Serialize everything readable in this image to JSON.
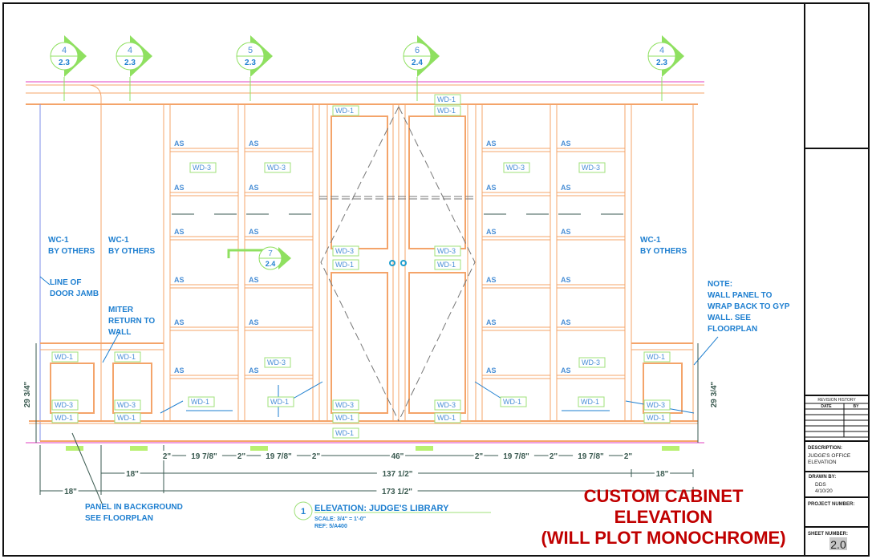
{
  "colors": {
    "cabinet": "#f4a46a",
    "crown_line": "#e040c0",
    "annotation": "#1e7fd0",
    "tag_border": "#9fe07a",
    "bubble": "#8fe060",
    "dimension": "#3a5a50",
    "note_red": "#c00000"
  },
  "section_bubbles": [
    {
      "num": "4",
      "sheet": "2.3"
    },
    {
      "num": "4",
      "sheet": "2.3"
    },
    {
      "num": "5",
      "sheet": "2.3"
    },
    {
      "num": "6",
      "sheet": "2.4"
    },
    {
      "num": "4",
      "sheet": "2.3"
    }
  ],
  "detail_bubble": {
    "num": "7",
    "sheet": "2.4"
  },
  "tags": {
    "shelf": "AS",
    "wd1": "WD-1",
    "wd3": "WD-3"
  },
  "notes": {
    "wc_left_1": "WC-1",
    "wc_left_2": "BY OTHERS",
    "wc_mid_1": "WC-1",
    "wc_mid_2": "BY OTHERS",
    "wc_right_1": "WC-1",
    "wc_right_2": "BY OTHERS",
    "door_jamb_1": "LINE OF",
    "door_jamb_2": "DOOR JAMB",
    "miter_1": "MITER",
    "miter_2": "RETURN TO",
    "miter_3": "WALL",
    "note_1": "NOTE:",
    "note_2": "WALL PANEL TO",
    "note_3": "WRAP BACK TO GYP",
    "note_4": "WALL. SEE",
    "note_5": "FLOORPLAN",
    "panel_1": "PANEL IN BACKGROUND",
    "panel_2": "SEE FLOORPLAN"
  },
  "dimensions": {
    "row1": [
      "2\"",
      "19 7/8\"",
      "2\"",
      "19 7/8\"",
      "2\"",
      "46\"",
      "2\"",
      "19 7/8\"",
      "2\"",
      "19 7/8\"",
      "2\""
    ],
    "row2": [
      "18\"",
      "137 1/2\"",
      "18\""
    ],
    "row3": [
      "18\"",
      "173 1/2\""
    ],
    "height_left": "29 3/4\"",
    "height_right": "29 3/4\""
  },
  "elevation_title": {
    "number": "1",
    "title": "ELEVATION: JUDGE'S LIBRARY",
    "scale": "SCALE: 3/4\" = 1'-0\"",
    "ref": "REF: 5/A400"
  },
  "red_note": [
    "CUSTOM CABINET",
    "ELEVATION",
    "(WILL PLOT MONOCHROME)"
  ],
  "title_block": {
    "revision_history": "REVISION HISTORY",
    "date_col": "DATE",
    "by_col": "BY",
    "description_label": "DESCRIPTION:",
    "description_1": "JUDGE'S OFFICE",
    "description_2": "ELEVATION",
    "drawn_by_label": "DRAWN BY:",
    "drawn_by": "DDS",
    "drawn_date": "4/10/20",
    "project_number_label": "PROJECT NUMBER:",
    "sheet_number_label": "SHEET NUMBER:",
    "sheet_number": "2.0"
  }
}
